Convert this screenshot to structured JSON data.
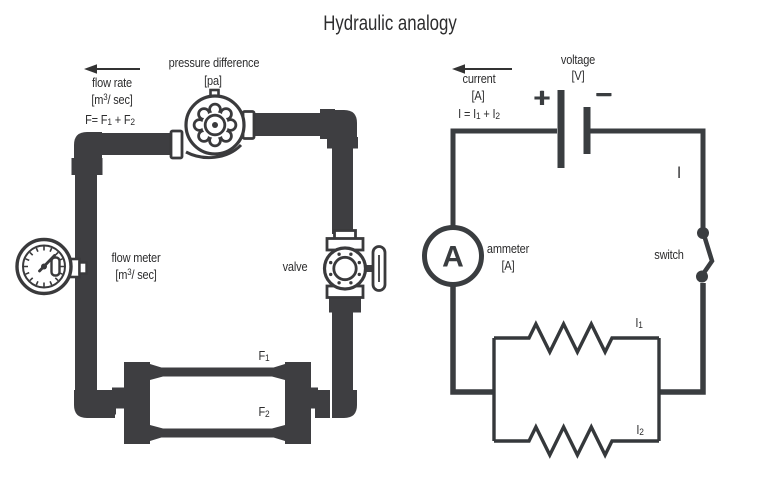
{
  "title": "Hydraulic analogy",
  "colors": {
    "pipe": "#3e3e41",
    "wire": "#3a3d40",
    "outline": "#3a3a3c",
    "text": "#2d2d2e"
  },
  "hydraulic": {
    "flow_rate": {
      "label": "flow rate",
      "unit_pre": "[m",
      "unit_sup": "3",
      "unit_post": "/ sec]",
      "formula_pre": "F= F",
      "formula_sub1": "1",
      "formula_mid": " + F",
      "formula_sub2": "2"
    },
    "pressure": {
      "label": "pressure difference",
      "unit": "[pa]"
    },
    "flow_meter": {
      "label": "flow meter",
      "unit_pre": "[m",
      "unit_sup": "3",
      "unit_post": "/ sec]"
    },
    "valve_label": "valve",
    "branch1": {
      "base": "F",
      "sub": "1"
    },
    "branch2": {
      "base": "F",
      "sub": "2"
    }
  },
  "electric": {
    "current": {
      "label": "current",
      "unit": "[A]",
      "formula_pre": "I = I",
      "formula_sub1": "1",
      "formula_mid": " + I",
      "formula_sub2": "2"
    },
    "voltage": {
      "label": "voltage",
      "unit": "[V]"
    },
    "battery": {
      "plus": "+",
      "minus": "−"
    },
    "wire_current_label": "I",
    "ammeter": {
      "label": "ammeter",
      "unit": "[A]",
      "symbol": "A"
    },
    "switch_label": "switch",
    "branch1": {
      "base": "I",
      "sub": "1"
    },
    "branch2": {
      "base": "I",
      "sub": "2"
    }
  }
}
